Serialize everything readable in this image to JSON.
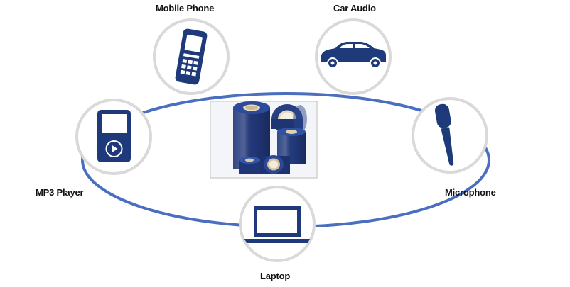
{
  "diagram": {
    "ring_color": "#4a6fbf",
    "node_border_color": "#d9d9d9",
    "icon_color": "#1e3a7a",
    "center_image": {
      "subject": "rolls-of-blue-protective-film"
    },
    "nodes": [
      {
        "id": "mobile",
        "label": "Mobile Phone",
        "icon": "mobile-phone-icon"
      },
      {
        "id": "car",
        "label": "Car Audio",
        "icon": "car-icon"
      },
      {
        "id": "mp3",
        "label": "MP3 Player",
        "icon": "mp3-player-icon"
      },
      {
        "id": "mic",
        "label": "Microphone",
        "icon": "microphone-icon"
      },
      {
        "id": "laptop",
        "label": "Laptop",
        "icon": "laptop-icon"
      }
    ]
  }
}
